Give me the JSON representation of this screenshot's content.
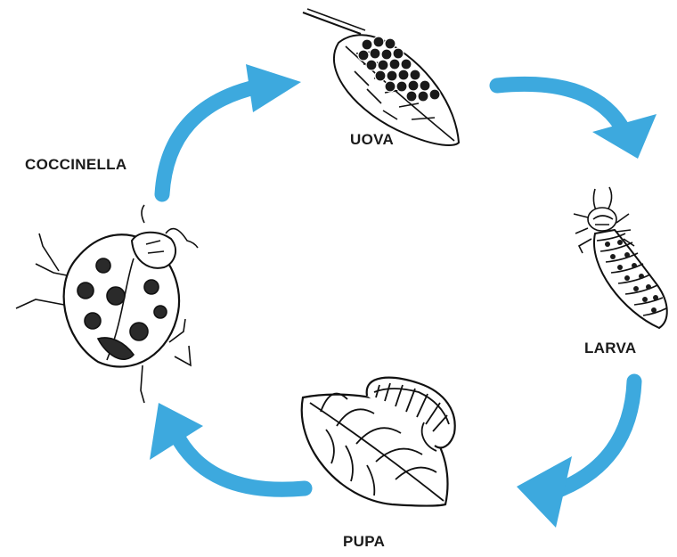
{
  "diagram": {
    "type": "life-cycle",
    "arrow_color": "#3da9de",
    "stages": [
      {
        "label": "UOVA",
        "icon": "eggs-on-leaf-icon"
      },
      {
        "label": "LARVA",
        "icon": "ladybug-larva-icon"
      },
      {
        "label": "PUPA",
        "icon": "pupa-on-leaf-icon"
      },
      {
        "label": "COCCINELLA",
        "icon": "ladybug-icon"
      }
    ]
  }
}
